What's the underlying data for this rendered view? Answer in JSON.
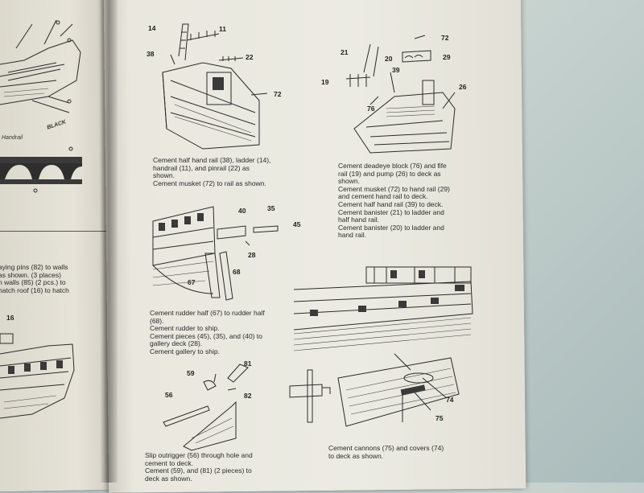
{
  "left_page": {
    "labels": {
      "handrail": "Handrail",
      "black": "BLACK"
    },
    "text_fragments": [
      "aying pins (82) to walls",
      "as shown. (3 places)",
      "h walls (85) (2 pcs.) to",
      "hatch roof (16) to hatch"
    ],
    "part_number": "16"
  },
  "panels": {
    "p1": {
      "parts": [
        "14",
        "11",
        "38",
        "22",
        "72"
      ],
      "caption": [
        "Cement half hand rail (38), ladder (14),",
        "handrail (11), and pinrail (22) as",
        "shown.",
        "Cement musket (72) to rail as shown."
      ]
    },
    "p2": {
      "parts": [
        "72",
        "21",
        "20",
        "29",
        "39",
        "19",
        "26",
        "76"
      ],
      "caption": [
        "Cement deadeye block (76) and fife",
        "rail (19) and pump (26) to deck as",
        "shown.",
        "Cement musket (72) to hand rail (29)",
        "and cement hand rail to deck.",
        "Cement half hand rail (39) to deck.",
        "Cement banister (21) to ladder and",
        "half hand rail.",
        "Cement banister (20) to ladder and",
        "hand rail."
      ]
    },
    "p3": {
      "parts": [
        "40",
        "35",
        "45",
        "28",
        "67",
        "68"
      ],
      "caption": [
        "Cement rudder half (67) to rudder half",
        "(68).",
        "Cement rudder to ship.",
        "Cement pieces (45), (35), and (40) to",
        "gallery deck (28).",
        "Cement gallery to ship."
      ]
    },
    "p4": {
      "parts": [
        "81",
        "59",
        "56",
        "82"
      ],
      "caption": [
        "Slip outrigger (56) through hole and",
        "cement to deck.",
        "Cement (59), and (81) (2 pieces) to",
        "deck as shown."
      ]
    },
    "p5": {
      "parts": [
        "74",
        "75"
      ],
      "caption": [
        "Cement cannons (75) and covers (74)",
        "to deck as shown."
      ]
    }
  }
}
